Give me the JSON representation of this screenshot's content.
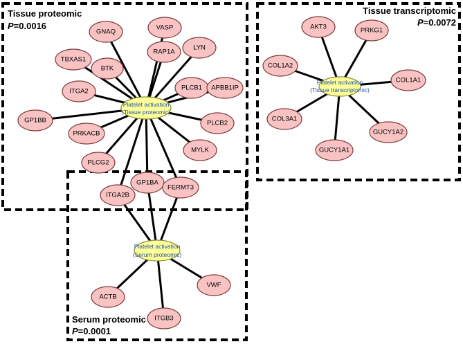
{
  "regions": {
    "tissue_proteomic": {
      "title": "Tissue proteomic",
      "p_letter": "P",
      "p_value": "=0.0016"
    },
    "tissue_transcriptomic": {
      "title": "Tissue transcriptomic",
      "p_letter": "P",
      "p_value": "=0.0072"
    },
    "serum_proteomic": {
      "title": "Serum proteomic",
      "p_letter": "P",
      "p_value": "=0.0001"
    }
  },
  "hubs": {
    "tissue_proteomic": {
      "line1": "Platelet activation",
      "line2": "(Tissue proteomic)"
    },
    "tissue_transcriptomic": {
      "line1": "Platelet activation",
      "line2": "(Tissue transcriptomic)"
    },
    "serum_proteomic": {
      "line1": "Platelet activation",
      "line2": "(Serum proteomic)"
    }
  },
  "genes": {
    "GNAQ": "GNAQ",
    "VASP": "VASP",
    "LYN": "LYN",
    "TBXAS1": "TBXAS1",
    "RAP1A": "RAP1A",
    "BTK": "BTK",
    "ITGA2": "ITGA2",
    "PLCB1": "PLCB1",
    "APBB1IP": "APBB1IP",
    "GP1BB": "GP1BB",
    "PLCB2": "PLCB2",
    "PRKACB": "PRKACB",
    "MYLK": "MYLK",
    "PLCG2": "PLCG2",
    "GP1BA": "GP1BA",
    "ITGA2B": "ITGA2B",
    "FERMT3": "FERMT3",
    "AKT3": "AKT3",
    "PRKG1": "PRKG1",
    "COL1A2": "COL1A2",
    "COL1A1": "COL1A1",
    "COL3A1": "COL3A1",
    "GUCY1A2": "GUCY1A2",
    "GUCY1A1": "GUCY1A1",
    "ACTB": "ACTB",
    "VWF": "VWF",
    "ITGB3": "ITGB3"
  },
  "edges": [
    [
      "hub_tp",
      "GNAQ"
    ],
    [
      "hub_tp",
      "VASP"
    ],
    [
      "hub_tp",
      "LYN"
    ],
    [
      "hub_tp",
      "TBXAS1"
    ],
    [
      "hub_tp",
      "RAP1A"
    ],
    [
      "hub_tp",
      "BTK"
    ],
    [
      "hub_tp",
      "ITGA2"
    ],
    [
      "hub_tp",
      "PLCB1"
    ],
    [
      "hub_tp",
      "APBB1IP"
    ],
    [
      "hub_tp",
      "GP1BB"
    ],
    [
      "hub_tp",
      "PLCB2"
    ],
    [
      "hub_tp",
      "PRKACB"
    ],
    [
      "hub_tp",
      "MYLK"
    ],
    [
      "hub_tp",
      "PLCG2"
    ],
    [
      "hub_tp",
      "GP1BA"
    ],
    [
      "hub_tp",
      "ITGA2B"
    ],
    [
      "hub_tp",
      "FERMT3"
    ],
    [
      "hub_sp",
      "GP1BA"
    ],
    [
      "hub_sp",
      "ITGA2B"
    ],
    [
      "hub_sp",
      "FERMT3"
    ],
    [
      "hub_sp",
      "ACTB"
    ],
    [
      "hub_sp",
      "VWF"
    ],
    [
      "hub_sp",
      "ITGB3"
    ],
    [
      "hub_tt",
      "AKT3"
    ],
    [
      "hub_tt",
      "PRKG1"
    ],
    [
      "hub_tt",
      "COL1A2"
    ],
    [
      "hub_tt",
      "COL1A1"
    ],
    [
      "hub_tt",
      "COL3A1"
    ],
    [
      "hub_tt",
      "GUCY1A2"
    ],
    [
      "hub_tt",
      "GUCY1A1"
    ]
  ]
}
